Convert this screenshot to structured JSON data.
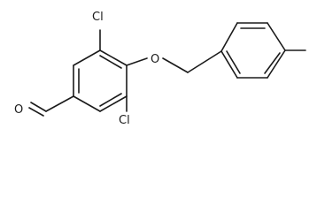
{
  "molecule": {
    "atom_labels": {
      "chlorine_top": "Cl",
      "chlorine_bottom": "Cl",
      "ether_oxygen": "O",
      "aldehyde_oxygen": "O"
    }
  }
}
